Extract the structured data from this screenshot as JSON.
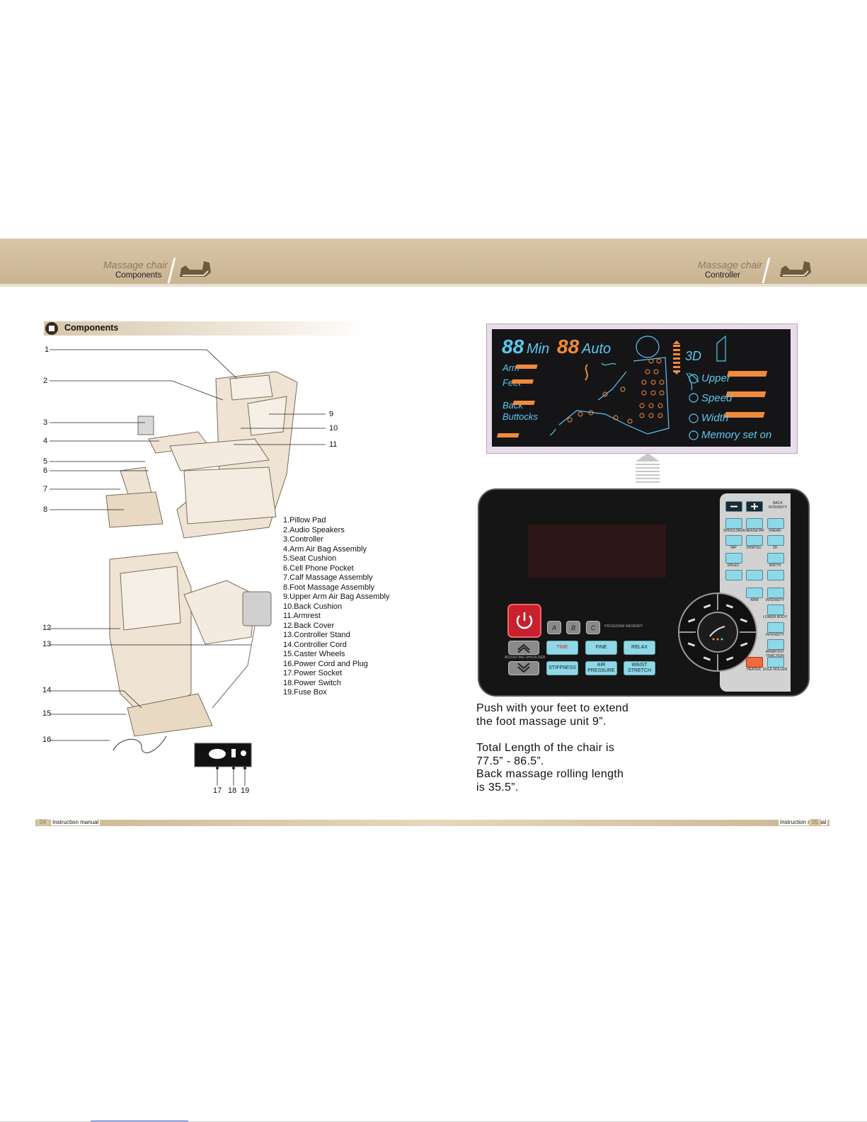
{
  "left_header": {
    "title": "Massage chair",
    "subtitle": "Components"
  },
  "right_header": {
    "title": "Massage chair",
    "subtitle": "Controller"
  },
  "section_heading": "Components",
  "callout_numbers": [
    "1",
    "2",
    "3",
    "4",
    "5",
    "6",
    "7",
    "8",
    "9",
    "10",
    "11",
    "12",
    "13",
    "14",
    "15",
    "16",
    "17",
    "18",
    "19"
  ],
  "components": [
    "1.Pillow Pad",
    "2.Audio Speakers",
    "3.Controller",
    "4.Arm Air Bag Assembly",
    "5.Seat Cushion",
    "6.Cell Phone Pocket",
    "7.Calf Massage Assembly",
    "8.Foot Massage Assembly",
    "9.Upper Arm Air Bag Assembly",
    "10.Back Cushion",
    "11.Armrest",
    "12.Back Cover",
    "13.Controller Stand",
    "14.Controller Cord",
    "15.Caster Wheels",
    "16.Power Cord and Plug",
    "17.Power Socket",
    "18.Power Switch",
    "19.Fuse Box"
  ],
  "lcd": {
    "time_digits": "88",
    "time_unit": "Min",
    "auto_digits": "88",
    "auto_label": "Auto",
    "arm": "Arm",
    "feet": "Feet",
    "back": "Back",
    "buttocks": "Buttocks",
    "three_d": "3D",
    "upper": "Upper",
    "speed": "Speed",
    "width": "Width",
    "memory": "Memory set on"
  },
  "controller": {
    "program_buttons": [
      "A",
      "B",
      "C"
    ],
    "program_memory": "PROGRAM MEMORY",
    "adjusting": "ADJUSTING SHOULDER",
    "time": "TIME",
    "fine": "FINE",
    "relax": "RELAX",
    "stiffness": "STIFFNESS",
    "air_pressure": "AIR PRESSURE",
    "waist_stretch": "WAIST STRETCH",
    "back_intensity": "BACK INTENSITY",
    "shoulder": "SHOULDER",
    "knead_tap": "KNEAD&TAP",
    "knead": "KNEAD",
    "tap": "TAP",
    "shiatsu": "SHIATSU",
    "three_d": "3D",
    "speed": "SPEED",
    "width": "WIDTH",
    "arm": "ARM",
    "intensity": "INTENSITY",
    "lower_body": "LOWER BODY",
    "arm_foot_traction": "ARM/FOOT TRACTION",
    "heater": "HEATER",
    "sole_roller": "SOLE ROLLER"
  },
  "info": {
    "line1": "Push with your feet to extend",
    "line2": "the foot massage unit 9”.",
    "line3": "Total Length of the chair is",
    "line4": "77.5” - 86.5”.",
    "line5": "Back massage rolling length",
    "line6": "is 35.5”."
  },
  "footer": {
    "left_page": "04",
    "left_label": "Instruction manual",
    "right_label": "Instruction manual",
    "right_page": "05"
  },
  "colors": {
    "band": "#d2bf9e",
    "lcd_blue": "#5ac8ee",
    "lcd_orange": "#f28a3a",
    "button_cyan": "#8ed8e8",
    "power_red": "#c8202e"
  }
}
